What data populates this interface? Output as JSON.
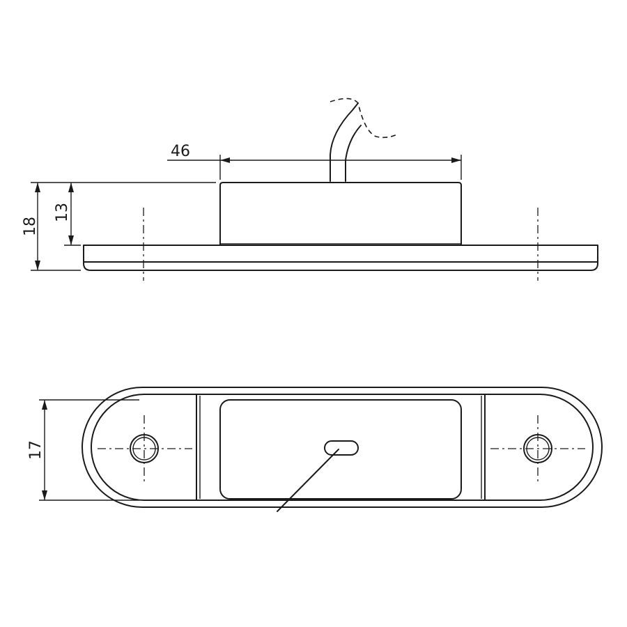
{
  "dimensions": {
    "width": "46",
    "total_height": "18",
    "body_height": "13",
    "plan_width": "17"
  }
}
